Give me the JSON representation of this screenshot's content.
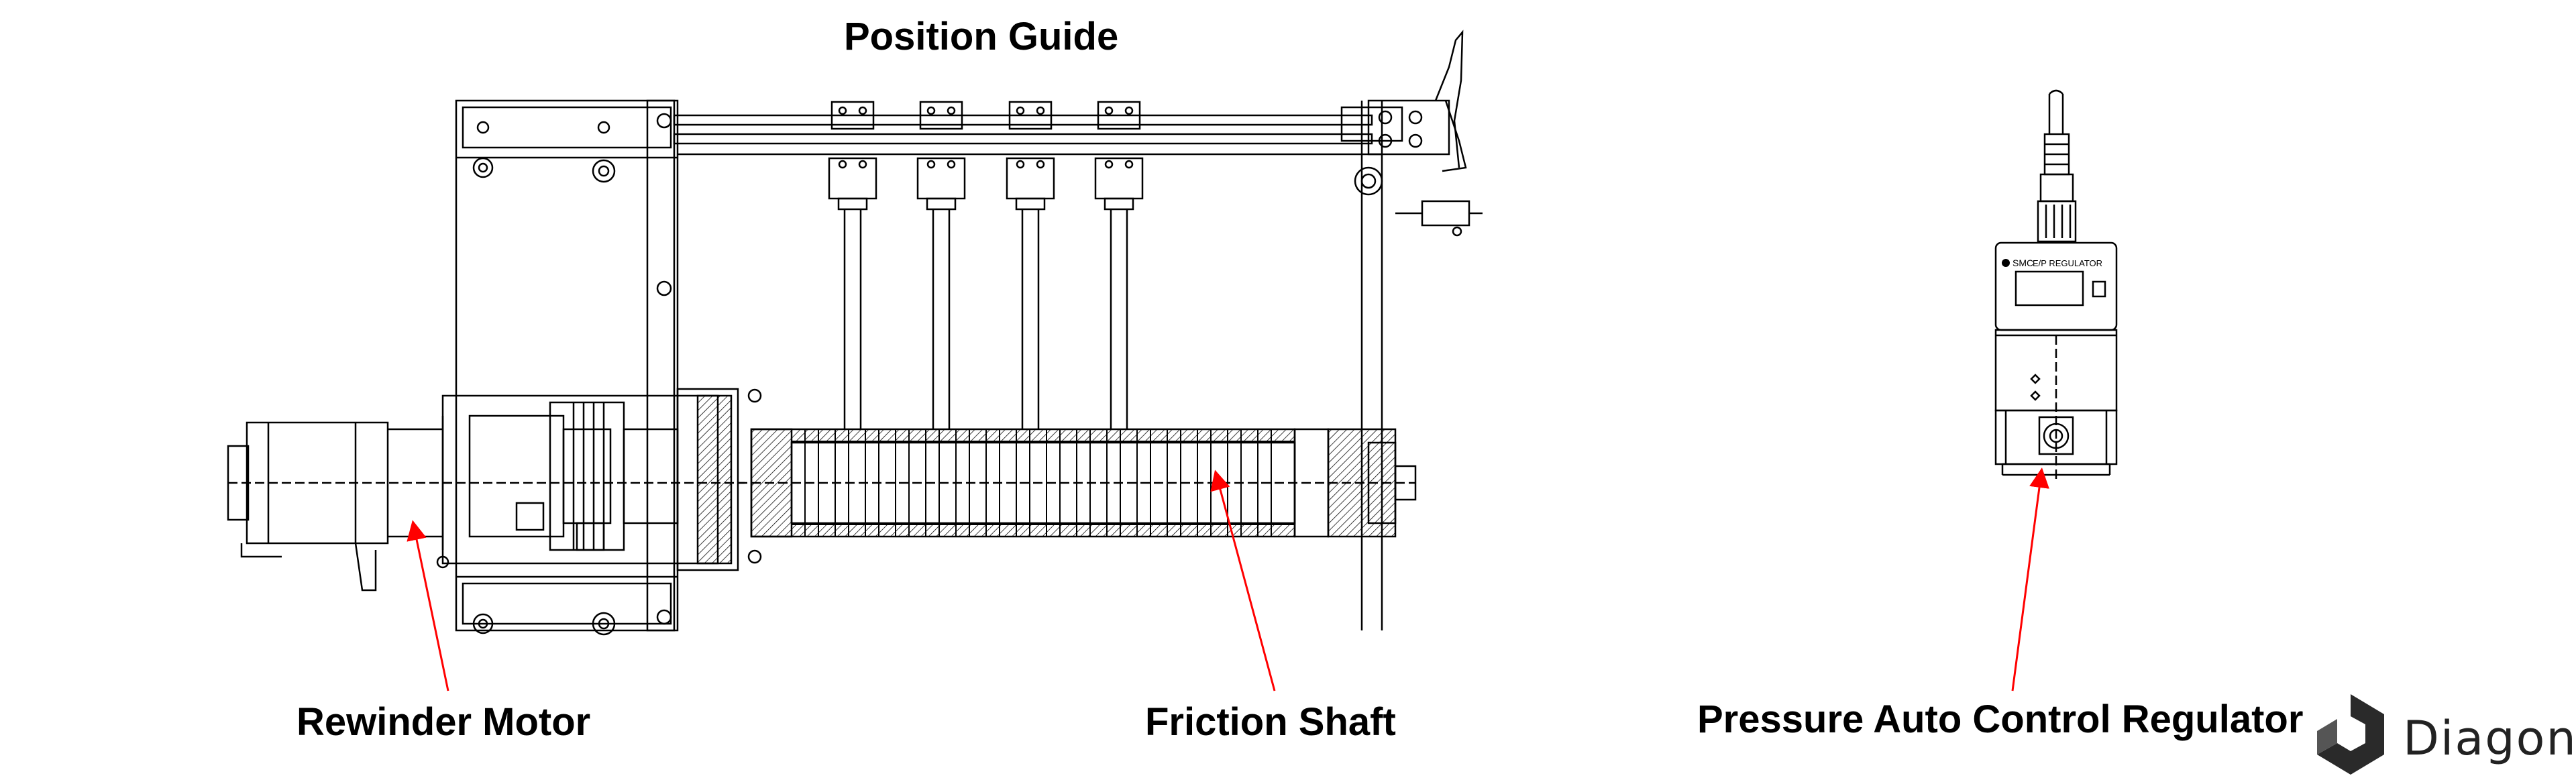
{
  "labels": {
    "position_guide": "Position Guide",
    "rewinder_motor": "Rewinder Motor",
    "friction_shaft": "Friction Shaft",
    "pressure_regulator": "Pressure Auto Control Regulator"
  },
  "regulator": {
    "brand": "SMC",
    "model_text": "E/P REGULATOR"
  },
  "logo": {
    "text": "Diagon"
  },
  "colors": {
    "line": "#000000",
    "arrow": "#ff0000",
    "text": "#000000"
  }
}
